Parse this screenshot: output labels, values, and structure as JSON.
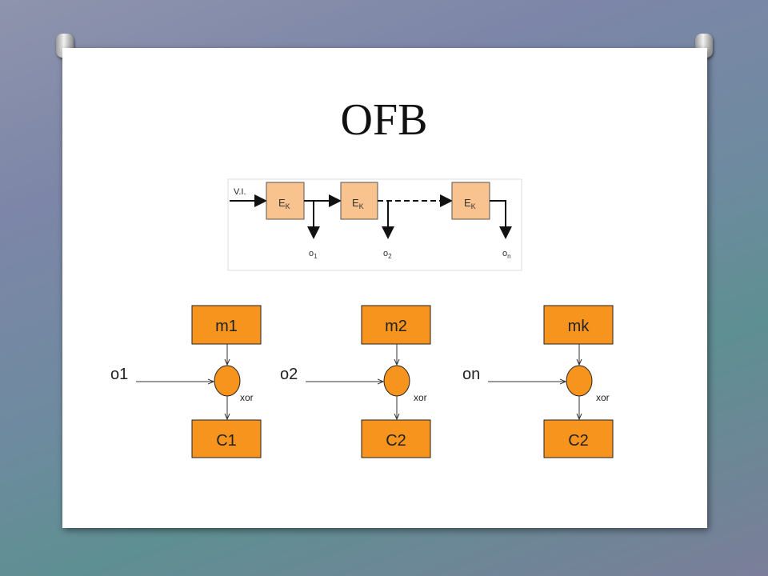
{
  "slide": {
    "title": "OFB"
  },
  "top_diagram": {
    "input_label": "V.I.",
    "block_label": "E",
    "block_subscript": "K",
    "outputs": [
      {
        "base": "o",
        "sub": "1"
      },
      {
        "base": "o",
        "sub": "2"
      },
      {
        "base": "o",
        "sub": "n"
      }
    ]
  },
  "xor_groups": [
    {
      "message": "m1",
      "stream": "o1",
      "op": "xor",
      "cipher": "C1"
    },
    {
      "message": "m2",
      "stream": "o2",
      "op": "xor",
      "cipher": "C2"
    },
    {
      "message": "mk",
      "stream": "on",
      "op": "xor",
      "cipher": "C2"
    }
  ],
  "colors": {
    "block_light": "#f8c38e",
    "block": "#f7941d"
  }
}
